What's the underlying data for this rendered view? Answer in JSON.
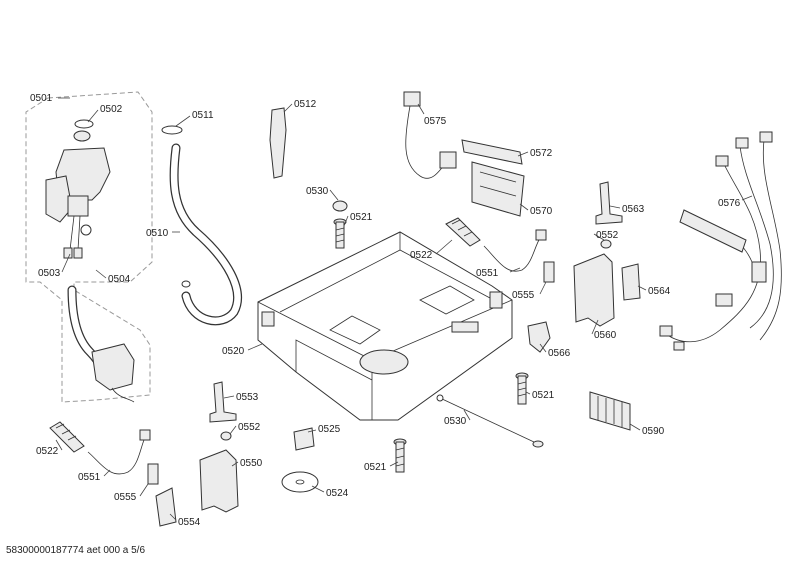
{
  "document_id": "58300000187774 aet 000 a 5/6",
  "callouts": [
    {
      "id": "c0501",
      "label": "0501"
    },
    {
      "id": "c0502",
      "label": "0502"
    },
    {
      "id": "c0503",
      "label": "0503"
    },
    {
      "id": "c0504",
      "label": "0504"
    },
    {
      "id": "c0510",
      "label": "0510"
    },
    {
      "id": "c0511",
      "label": "0511"
    },
    {
      "id": "c0512",
      "label": "0512"
    },
    {
      "id": "c0520",
      "label": "0520"
    },
    {
      "id": "c0521a",
      "label": "0521"
    },
    {
      "id": "c0521b",
      "label": "0521"
    },
    {
      "id": "c0521c",
      "label": "0521"
    },
    {
      "id": "c0522a",
      "label": "0522"
    },
    {
      "id": "c0522b",
      "label": "0522"
    },
    {
      "id": "c0524",
      "label": "0524"
    },
    {
      "id": "c0525",
      "label": "0525"
    },
    {
      "id": "c0530a",
      "label": "0530"
    },
    {
      "id": "c0530b",
      "label": "0530"
    },
    {
      "id": "c0550",
      "label": "0550"
    },
    {
      "id": "c0551a",
      "label": "0551"
    },
    {
      "id": "c0551b",
      "label": "0551"
    },
    {
      "id": "c0552a",
      "label": "0552"
    },
    {
      "id": "c0552b",
      "label": "0552"
    },
    {
      "id": "c0553",
      "label": "0553"
    },
    {
      "id": "c0554",
      "label": "0554"
    },
    {
      "id": "c0555a",
      "label": "0555"
    },
    {
      "id": "c0555b",
      "label": "0555"
    },
    {
      "id": "c0560",
      "label": "0560"
    },
    {
      "id": "c0563",
      "label": "0563"
    },
    {
      "id": "c0564",
      "label": "0564"
    },
    {
      "id": "c0566",
      "label": "0566"
    },
    {
      "id": "c0570",
      "label": "0570"
    },
    {
      "id": "c0572",
      "label": "0572"
    },
    {
      "id": "c0575",
      "label": "0575"
    },
    {
      "id": "c0576",
      "label": "0576"
    },
    {
      "id": "c0590",
      "label": "0590"
    }
  ]
}
